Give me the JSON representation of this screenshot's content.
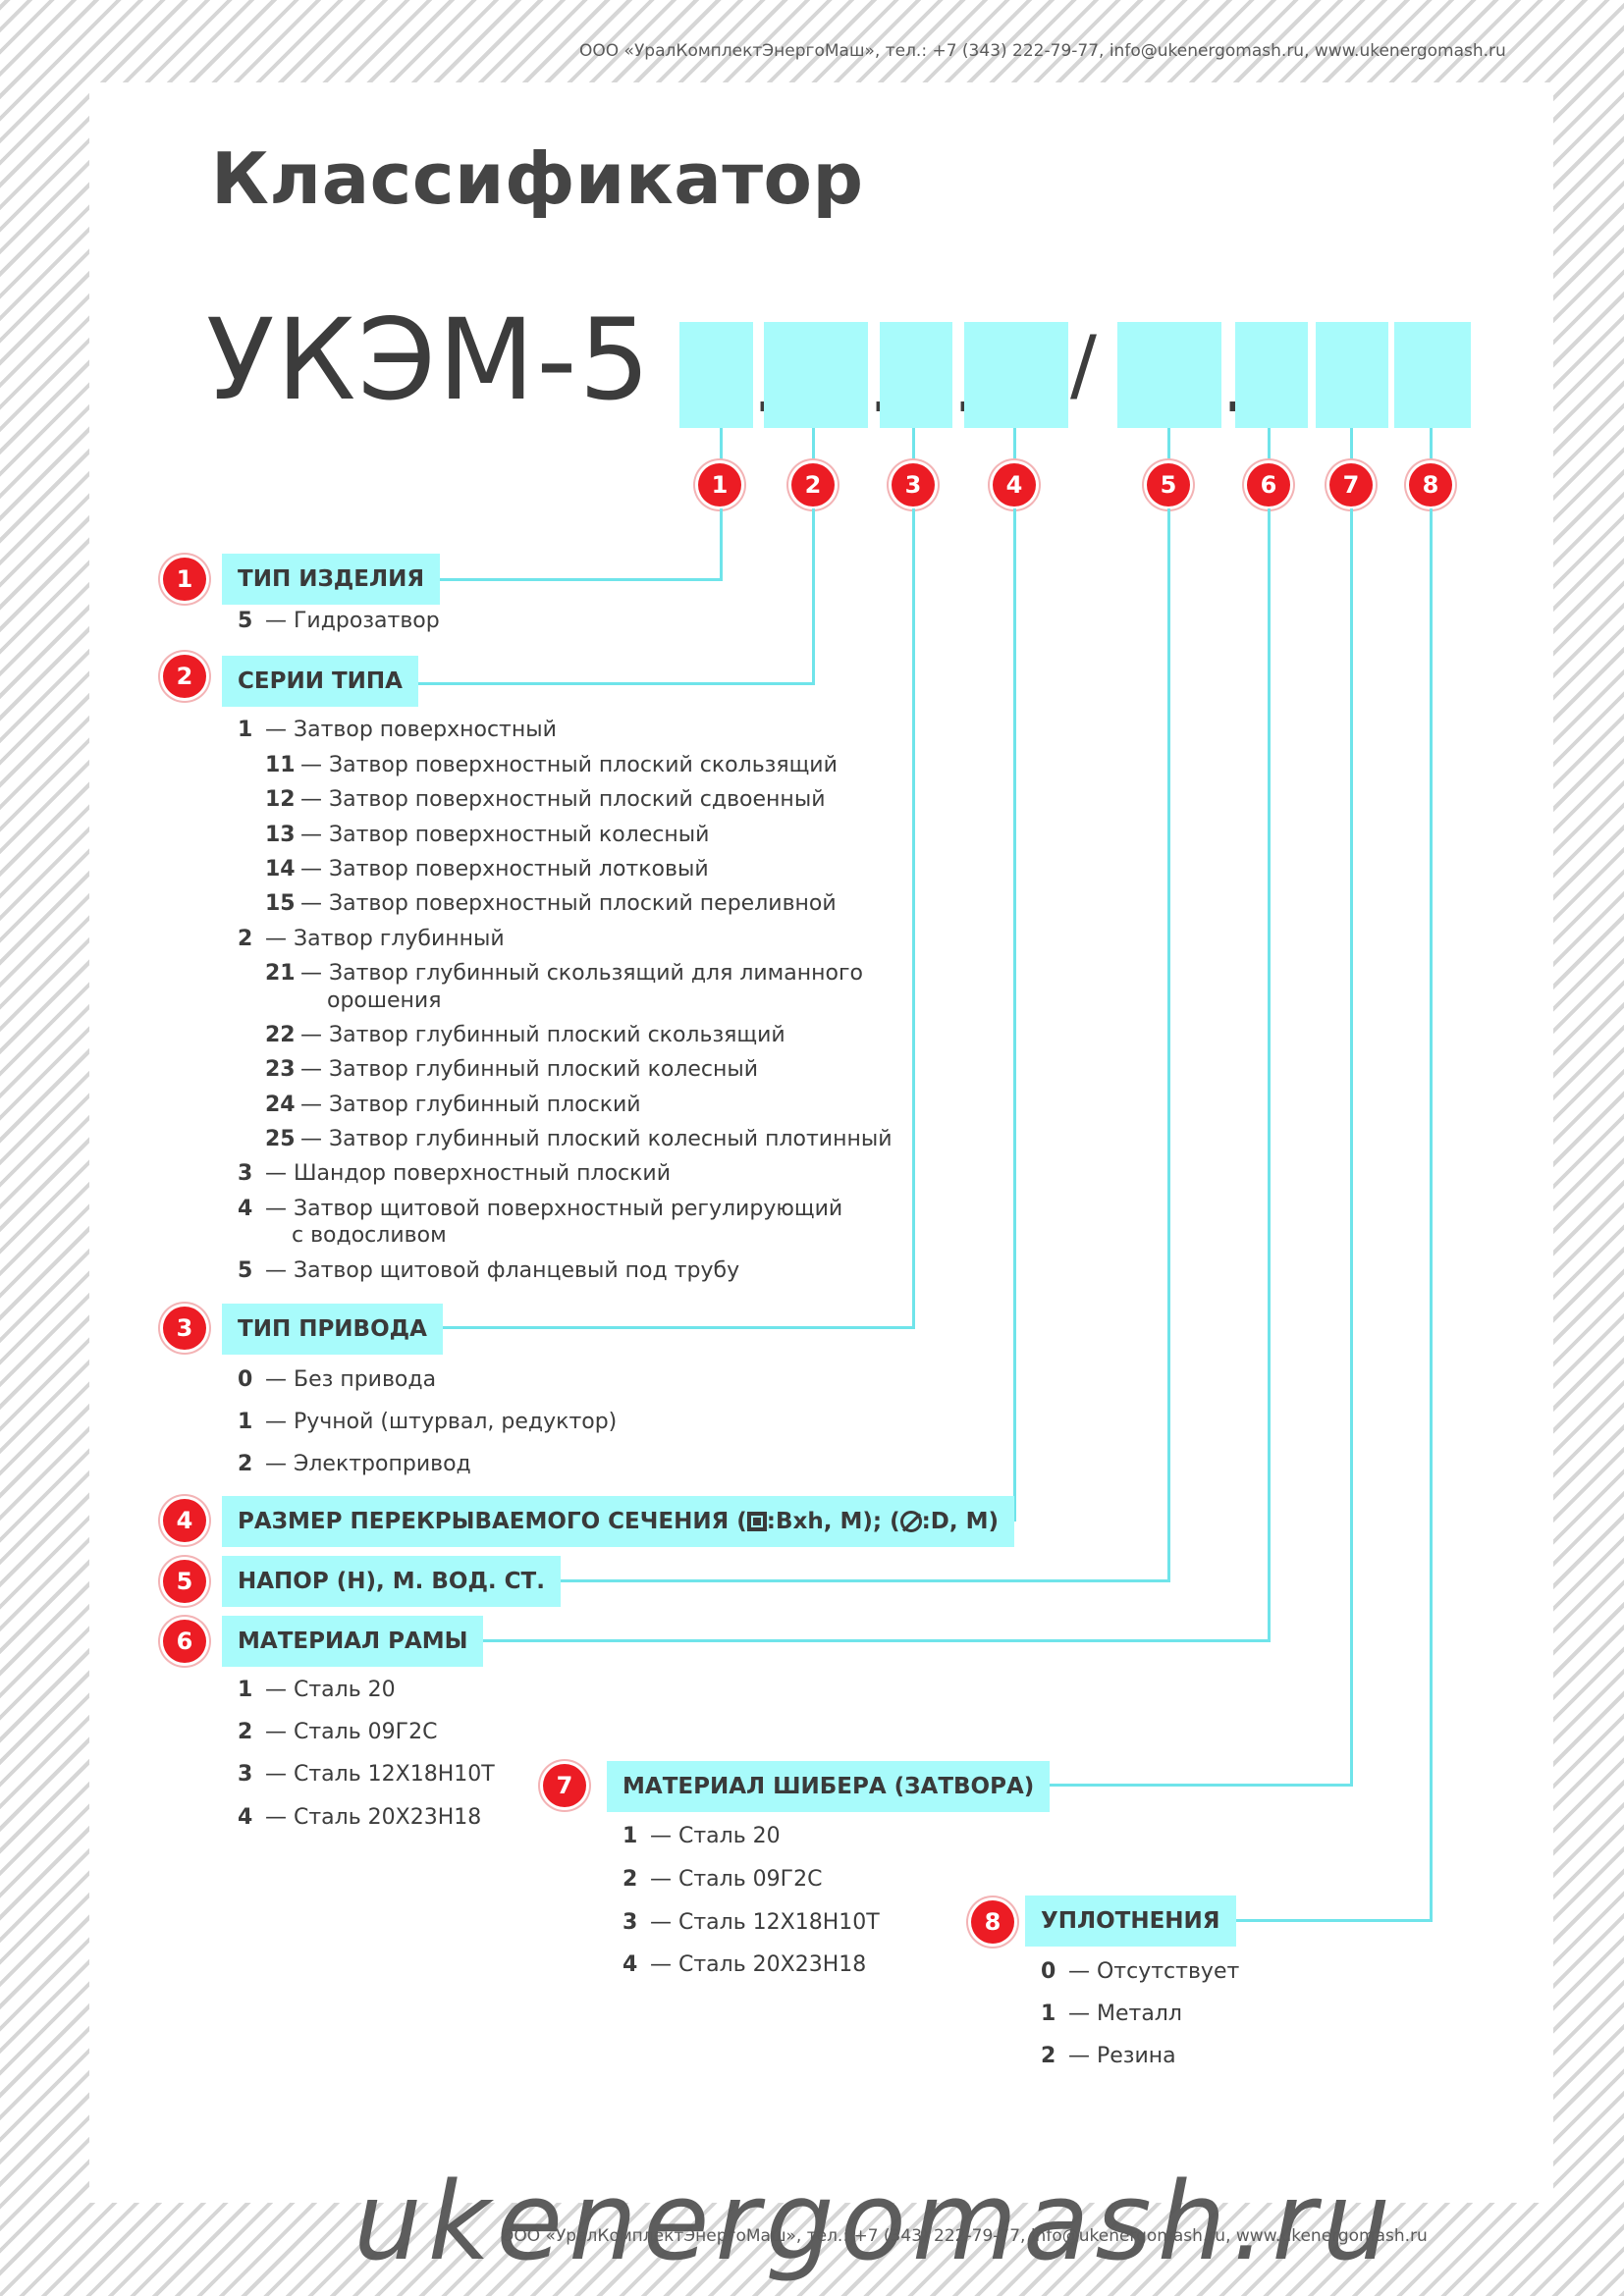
{
  "header": {
    "contact": "ООО «УралКомплектЭнергоМаш», тел.: +7 (343) 222-79-77, info@ukenergomash.ru, www.ukenergomash.ru"
  },
  "title": "Классификатор",
  "model": {
    "prefix": "УКЭМ-5",
    "dot": ".",
    "slash": "/"
  },
  "sections": {
    "s1": {
      "num": "1",
      "label": "ТИП ИЗДЕЛИЯ",
      "items": [
        {
          "code": "5",
          "text": "— Гидрозатвор"
        }
      ]
    },
    "s2": {
      "num": "2",
      "label": "СЕРИИ ТИПА",
      "items": [
        {
          "code": "1",
          "text": "— Затвор поверхностный"
        },
        {
          "code": "11",
          "text": "— Затвор поверхностный плоский скользящий"
        },
        {
          "code": "12",
          "text": "— Затвор поверхностный плоский сдвоенный"
        },
        {
          "code": "13",
          "text": "— Затвор поверхностный колесный"
        },
        {
          "code": "14",
          "text": "— Затвор поверхностный лотковый"
        },
        {
          "code": "15",
          "text": "— Затвор поверхностный плоский переливной"
        },
        {
          "code": "2",
          "text": "— Затвор глубинный"
        },
        {
          "code": "21",
          "text": "— Затвор глубинный скользящий для лиманного",
          "cont": "орошения"
        },
        {
          "code": "22",
          "text": "— Затвор глубинный плоский скользящий"
        },
        {
          "code": "23",
          "text": "— Затвор глубинный плоский колесный"
        },
        {
          "code": "24",
          "text": "— Затвор глубинный плоский"
        },
        {
          "code": "25",
          "text": "— Затвор глубинный плоский колесный плотинный"
        },
        {
          "code": "3",
          "text": "— Шандор поверхностный плоский"
        },
        {
          "code": "4",
          "text": "— Затвор щитовой поверхностный регулирующий",
          "cont": "с водосливом"
        },
        {
          "code": "5",
          "text": "— Затвор щитовой фланцевый под трубу"
        }
      ]
    },
    "s3": {
      "num": "3",
      "label": "ТИП ПРИВОДА",
      "items": [
        {
          "code": "0",
          "text": "— Без привода"
        },
        {
          "code": "1",
          "text": "— Ручной (штурвал, редуктор)"
        },
        {
          "code": "2",
          "text": "— Электропривод"
        }
      ]
    },
    "s4": {
      "num": "4",
      "label_a": "РАЗМЕР ПЕРЕКРЫВАЕМОГО СЕЧЕНИЯ (",
      "label_b": ":Bxh, М); (",
      "label_c": ":D, М)"
    },
    "s5": {
      "num": "5",
      "label": "НАПОР (Н), М. ВОД. СТ."
    },
    "s6": {
      "num": "6",
      "label": "МАТЕРИАЛ РАМЫ",
      "items": [
        {
          "code": "1",
          "text": "— Сталь 20"
        },
        {
          "code": "2",
          "text": "— Сталь 09Г2С"
        },
        {
          "code": "3",
          "text": "— Сталь 12Х18Н10Т"
        },
        {
          "code": "4",
          "text": "— Сталь 20Х23Н18"
        }
      ]
    },
    "s7": {
      "num": "7",
      "label": "МАТЕРИАЛ ШИБЕРА (ЗАТВОРА)",
      "items": [
        {
          "code": "1",
          "text": "— Сталь 20"
        },
        {
          "code": "2",
          "text": "— Сталь 09Г2С"
        },
        {
          "code": "3",
          "text": "— Сталь 12Х18Н10Т"
        },
        {
          "code": "4",
          "text": "— Сталь 20Х23Н18"
        }
      ]
    },
    "s8": {
      "num": "8",
      "label": "УПЛОТНЕНИЯ",
      "items": [
        {
          "code": "0",
          "text": "— Отсутствует"
        },
        {
          "code": "1",
          "text": "— Металл"
        },
        {
          "code": "2",
          "text": "— Резина"
        }
      ]
    }
  },
  "footer": {
    "watermark": "ukenergomash.ru",
    "contact": "ООО «УралКомплектЭнергоМаш», тел.: +7 (343) 222-79-77, info@ukenergomash.ru, www.ukenergomash.ru"
  },
  "colors": {
    "accent_cyan": "#a8fbfb",
    "line_cyan": "#6fe4ea",
    "marker_red": "#ec1c24"
  }
}
